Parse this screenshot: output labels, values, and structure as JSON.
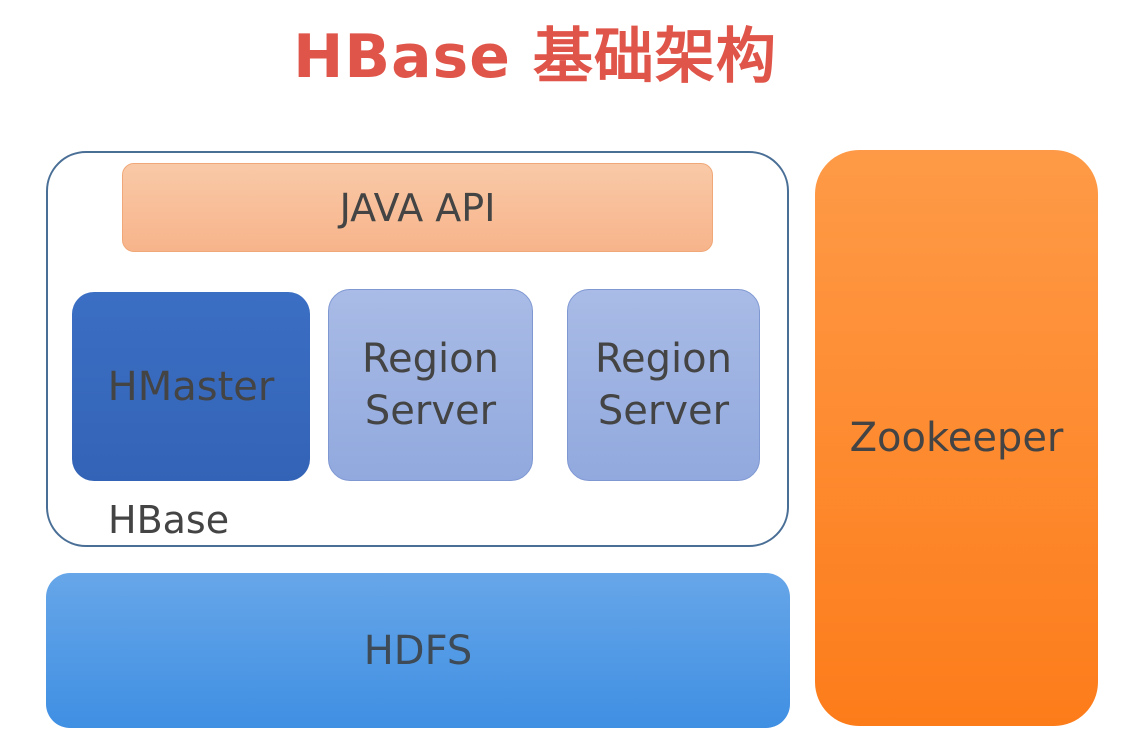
{
  "title": "HBase 基础架构",
  "hbase": {
    "label": "HBase",
    "java_api": "JAVA API",
    "hmaster": "HMaster",
    "region_servers": [
      {
        "line1": "Region",
        "line2": "Server"
      },
      {
        "line1": "Region",
        "line2": "Server"
      }
    ]
  },
  "hdfs": "HDFS",
  "zookeeper": "Zookeeper",
  "colors": {
    "title": "#e0554a",
    "java_api": "#f7b48b",
    "hmaster": "#3363b6",
    "region_server": "#91a9de",
    "hdfs": "#3f8fe3",
    "zookeeper": "#fd7c1a"
  }
}
